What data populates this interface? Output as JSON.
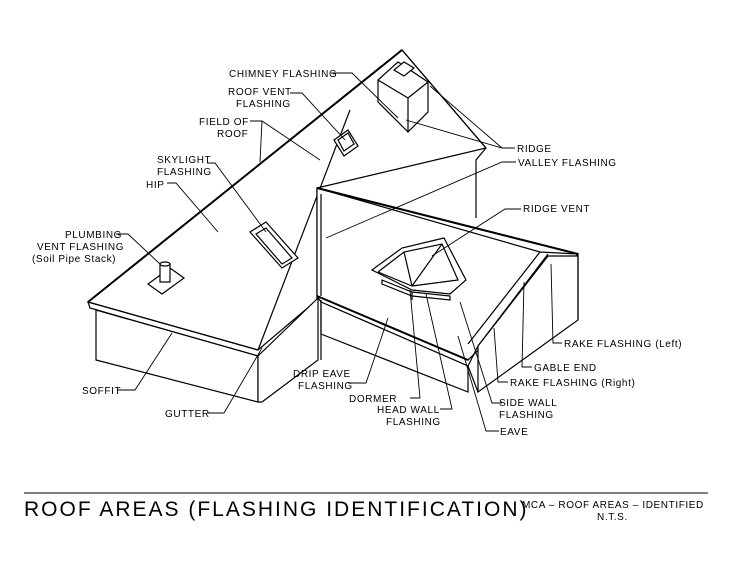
{
  "labels": {
    "chimney_flashing": "CHIMNEY FLASHING",
    "roof_vent_flashing": [
      "ROOF VENT",
      "FLASHING"
    ],
    "field_of_roof": [
      "FIELD OF",
      "ROOF"
    ],
    "skylight_flashing": [
      "SKYLIGHT",
      "FLASHING"
    ],
    "hip": "HIP",
    "plumbing_vent_flashing": [
      "PLUMBING",
      "VENT FLASHING",
      "(Soil Pipe Stack)"
    ],
    "ridge": "RIDGE",
    "valley_flashing": "VALLEY FLASHING",
    "ridge_vent": "RIDGE VENT",
    "rake_flashing_left": "RAKE FLASHING (Left)",
    "gable_end": "GABLE END",
    "rake_flashing_right": "RAKE FLASHING (Right)",
    "side_wall_flashing": [
      "SIDE WALL",
      "FLASHING"
    ],
    "eave": "EAVE",
    "head_wall_flashing": [
      "HEAD WALL",
      "FLASHING"
    ],
    "dormer": "DORMER",
    "drip_eave_flashing": [
      "DRIP EAVE",
      "FLASHING"
    ],
    "soffit": "SOFFIT",
    "gutter": "GUTTER"
  },
  "title_block": {
    "title": "ROOF AREAS (FLASHING IDENTIFICATION)",
    "ref": "MCA – ROOF AREAS – IDENTIFIED",
    "scale": "N.T.S."
  }
}
